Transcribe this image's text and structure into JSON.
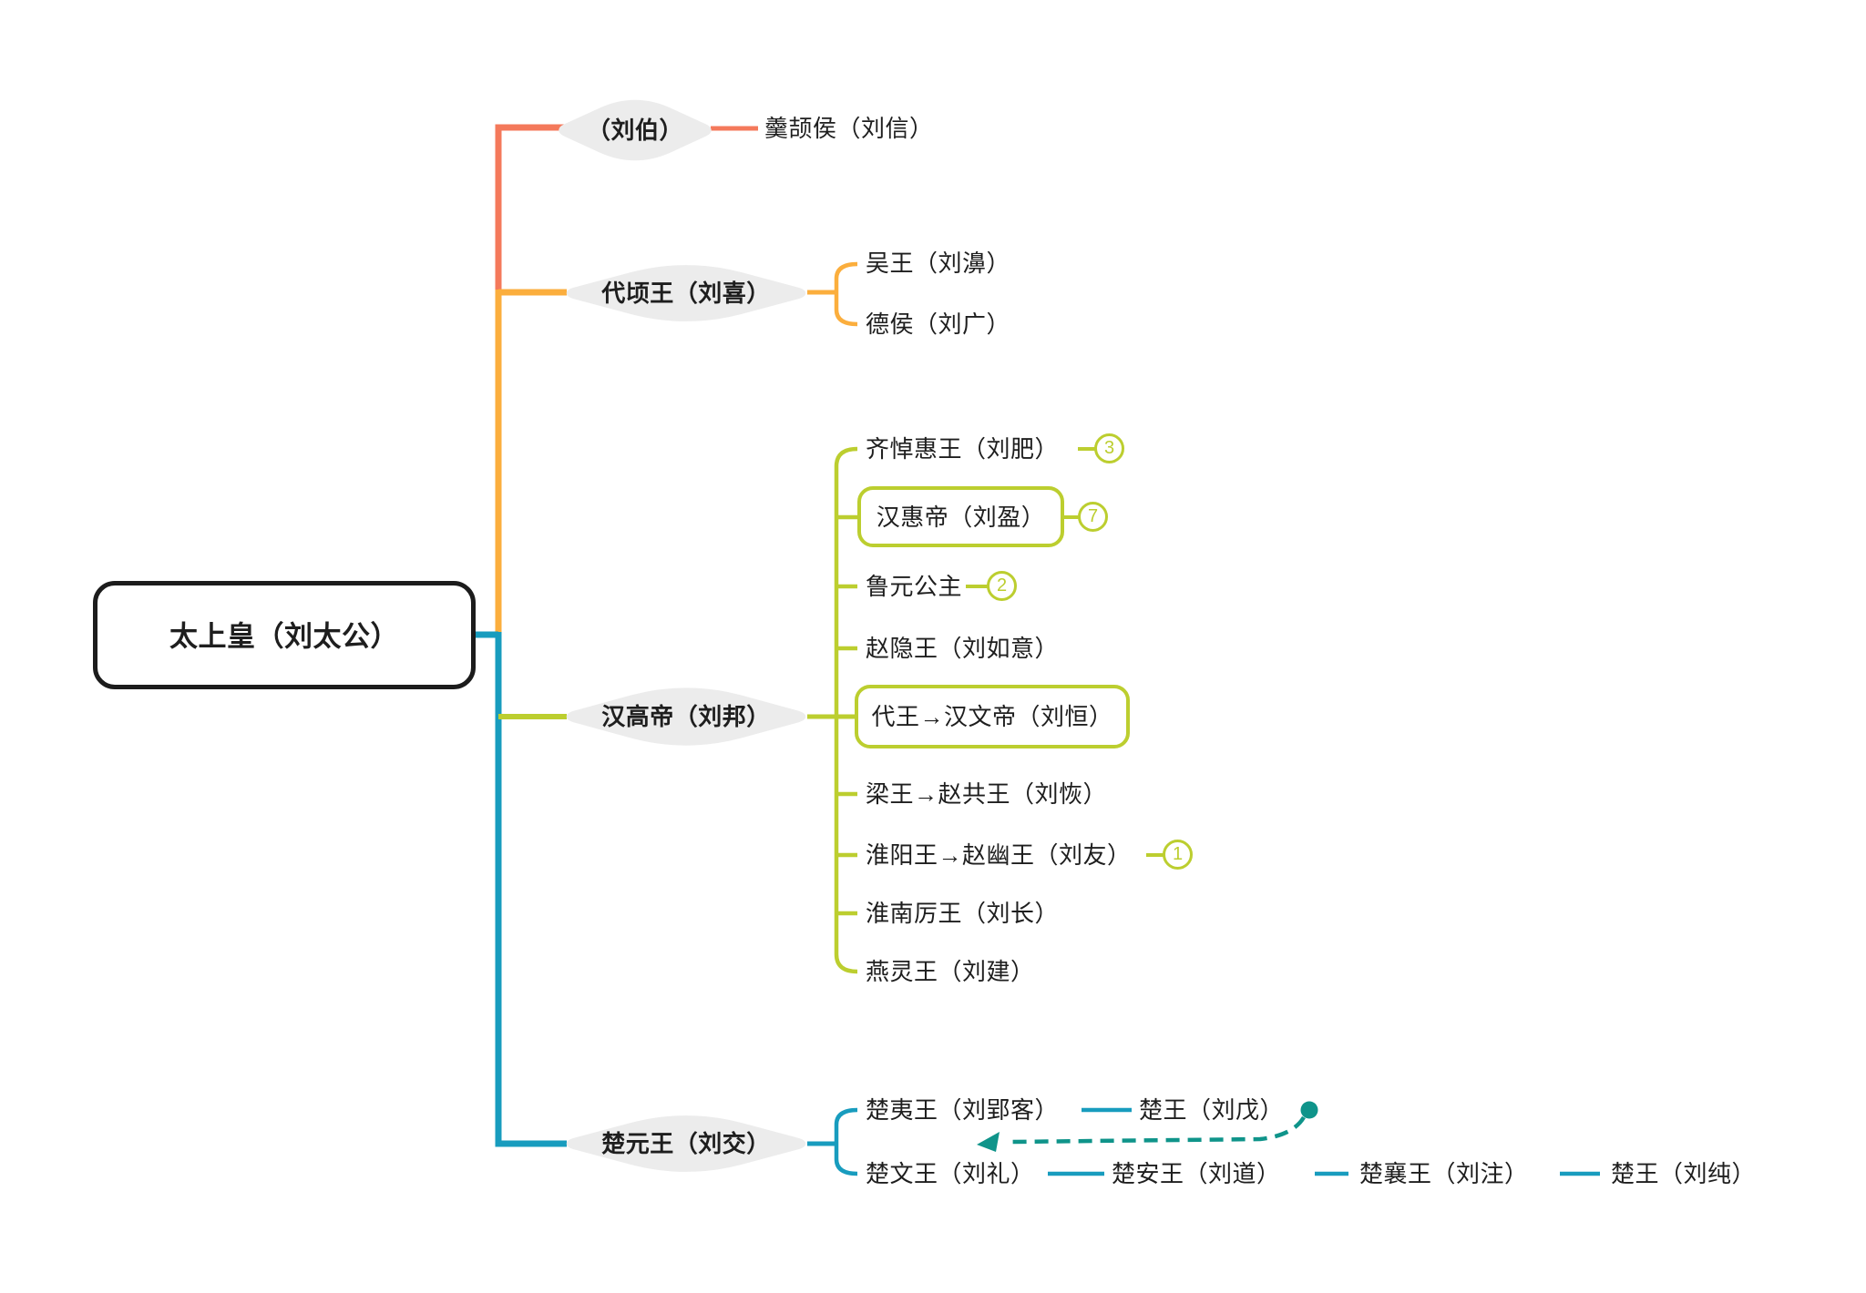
{
  "colors": {
    "salmon": "#F4795B",
    "orange": "#FBAE3D",
    "green": "#BCCE2F",
    "teal": "#189CBE",
    "arrow_teal": "#0F948A",
    "node_fill": "#ECECEC",
    "text": "#1E1E1E",
    "root_border": "#1C1C1C"
  },
  "root": {
    "label": "太上皇（刘太公）"
  },
  "branches": [
    {
      "label": "（刘伯）",
      "children": [
        {
          "label": "羹颉侯（刘信）"
        }
      ]
    },
    {
      "label": "代顷王（刘喜）",
      "children": [
        {
          "label": "吴王（刘濞）"
        },
        {
          "label": "德侯（刘广）"
        }
      ]
    },
    {
      "label": "汉高帝（刘邦）",
      "children": [
        {
          "label": "齐悼惠王（刘肥）",
          "badge": "3"
        },
        {
          "label": "汉惠帝（刘盈）",
          "badge": "7",
          "boxed": true
        },
        {
          "label": "鲁元公主",
          "badge": "2"
        },
        {
          "label": "赵隐王（刘如意）"
        },
        {
          "label": "代王→汉文帝（刘恒）",
          "boxed": true
        },
        {
          "label": "梁王→赵共王（刘恢）"
        },
        {
          "label": "淮阳王→赵幽王（刘友）",
          "badge": "1"
        },
        {
          "label": "淮南厉王（刘长）"
        },
        {
          "label": "燕灵王（刘建）"
        }
      ]
    },
    {
      "label": "楚元王（刘交）",
      "children": [
        {
          "label": "楚夷王（刘郢客）",
          "chain": [
            {
              "label": "楚王（刘戊）"
            }
          ]
        },
        {
          "label": "楚文王（刘礼）",
          "chain": [
            {
              "label": "楚安王（刘道）"
            },
            {
              "label": "楚襄王（刘注）"
            },
            {
              "label": "楚王（刘纯）"
            }
          ]
        }
      ]
    }
  ],
  "succession_arrow": {
    "style": "dashed",
    "from": "楚王（刘戊）",
    "to": "楚文王（刘礼）"
  }
}
